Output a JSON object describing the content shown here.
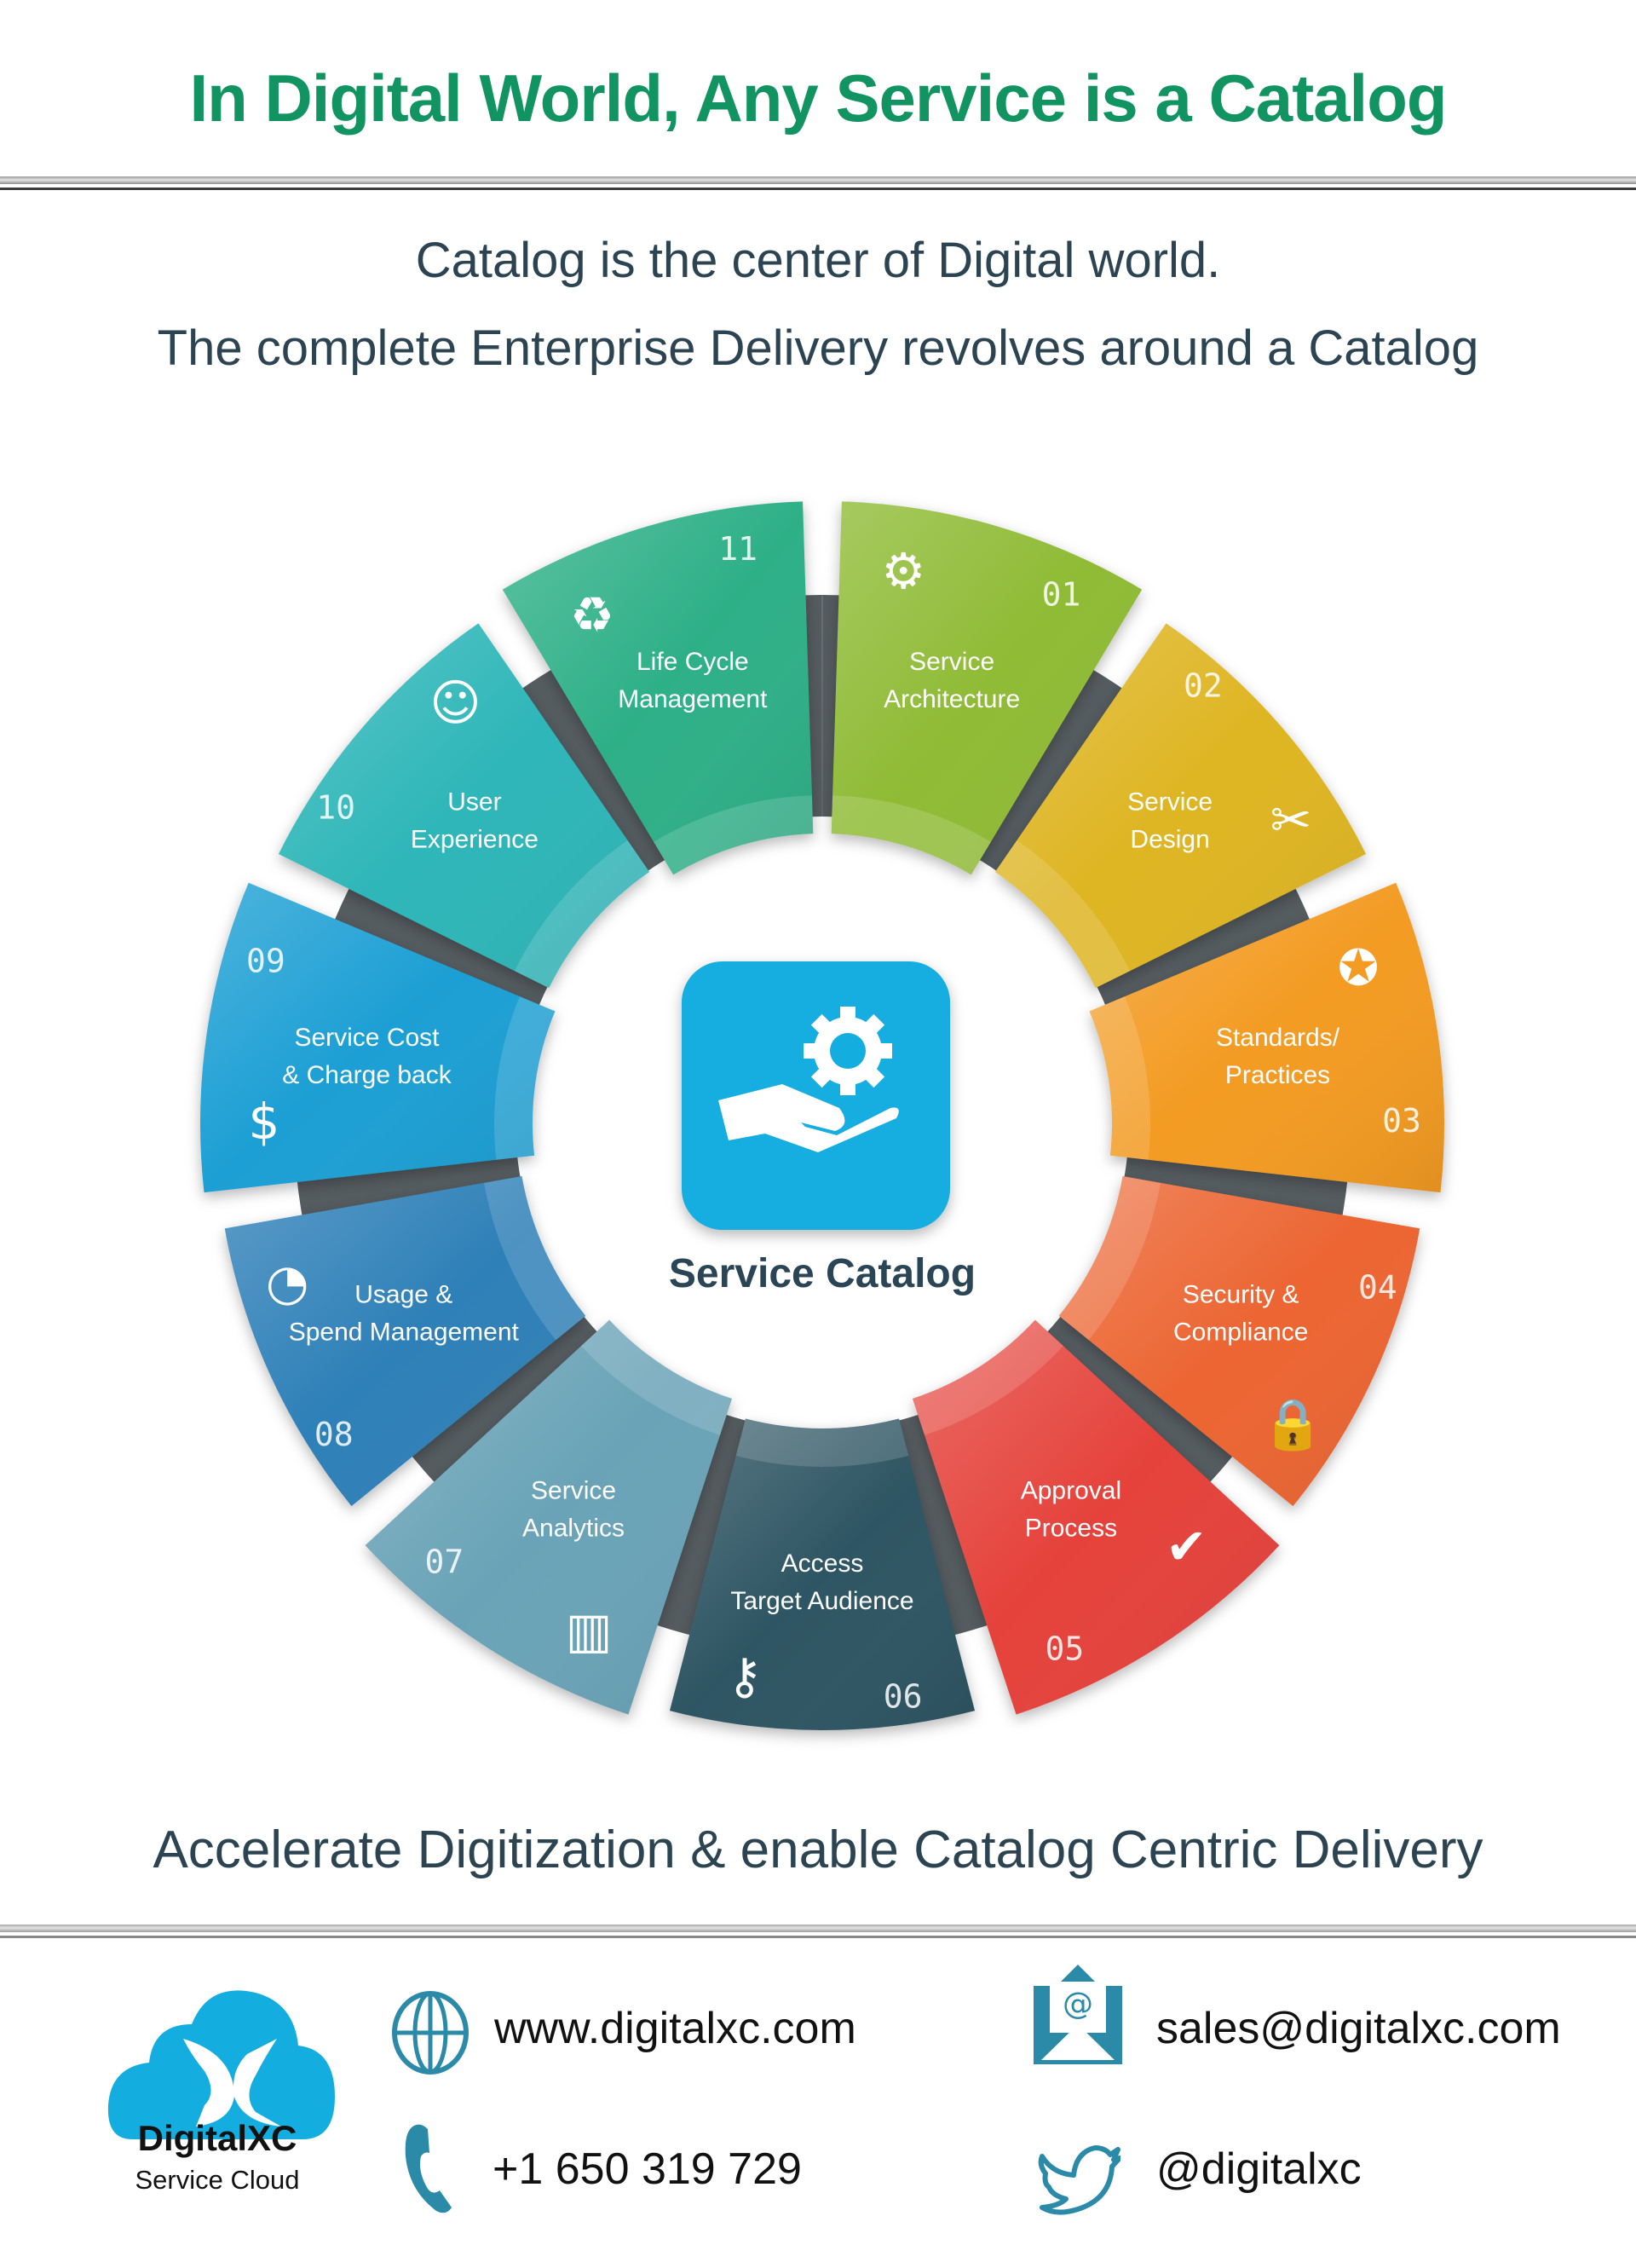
{
  "header": {
    "title": "In Digital World, Any Service is a Catalog",
    "subtitle_line1": "Catalog is the center of Digital world.",
    "subtitle_line2": "The complete Enterprise Delivery revolves  around a Catalog"
  },
  "wheel": {
    "center_label": "Service Catalog",
    "center_icon": "hand-gear-icon",
    "center_color": "#14ade0",
    "segments": [
      {
        "number": "01",
        "label": [
          "Service",
          "Architecture"
        ],
        "icon": "box-gear-icon",
        "color": "#8fbb35"
      },
      {
        "number": "02",
        "label": [
          "Service",
          "Design"
        ],
        "icon": "wrench-screwdriver-icon",
        "color": "#deb521"
      },
      {
        "number": "03",
        "label": [
          "Standards/",
          "Practices"
        ],
        "icon": "award-checklist-icon",
        "color": "#f39b20"
      },
      {
        "number": "04",
        "label": [
          "Security &",
          "Compliance"
        ],
        "icon": "padlock-check-icon",
        "color": "#ec6530"
      },
      {
        "number": "05",
        "label": [
          "Approval",
          "Process"
        ],
        "icon": "document-check-icon",
        "color": "#e5433a"
      },
      {
        "number": "06",
        "label": [
          "Access",
          "Target Audience"
        ],
        "icon": "hand-key-icon",
        "color": "#2e5463"
      },
      {
        "number": "07",
        "label": [
          "Service",
          "Analytics"
        ],
        "icon": "monitor-chart-icon",
        "color": "#6aa3b7"
      },
      {
        "number": "08",
        "label": [
          "Usage &",
          "Spend Management"
        ],
        "icon": "gauges-icon",
        "color": "#2f80b8"
      },
      {
        "number": "09",
        "label": [
          "Service Cost",
          "& Charge back"
        ],
        "icon": "dollar-return-icon",
        "color": "#1d9fd4"
      },
      {
        "number": "10",
        "label": [
          "User",
          "Experience"
        ],
        "icon": "smiley-icon",
        "color": "#2db6b8"
      },
      {
        "number": "11",
        "label": [
          "Life Cycle",
          "Management"
        ],
        "icon": "lifecycle-box-icon",
        "color": "#2fb087"
      }
    ]
  },
  "tagline": "Accelerate Digitization & enable Catalog Centric Delivery",
  "footer": {
    "brand_name": "DigitalXC",
    "brand_sub": "Service Cloud",
    "website": "www.digitalxc.com",
    "email": "sales@digitalxc.com",
    "phone": "+1 650 319 729",
    "twitter": "@digitalxc",
    "icon_color": "#2a8aa8"
  }
}
